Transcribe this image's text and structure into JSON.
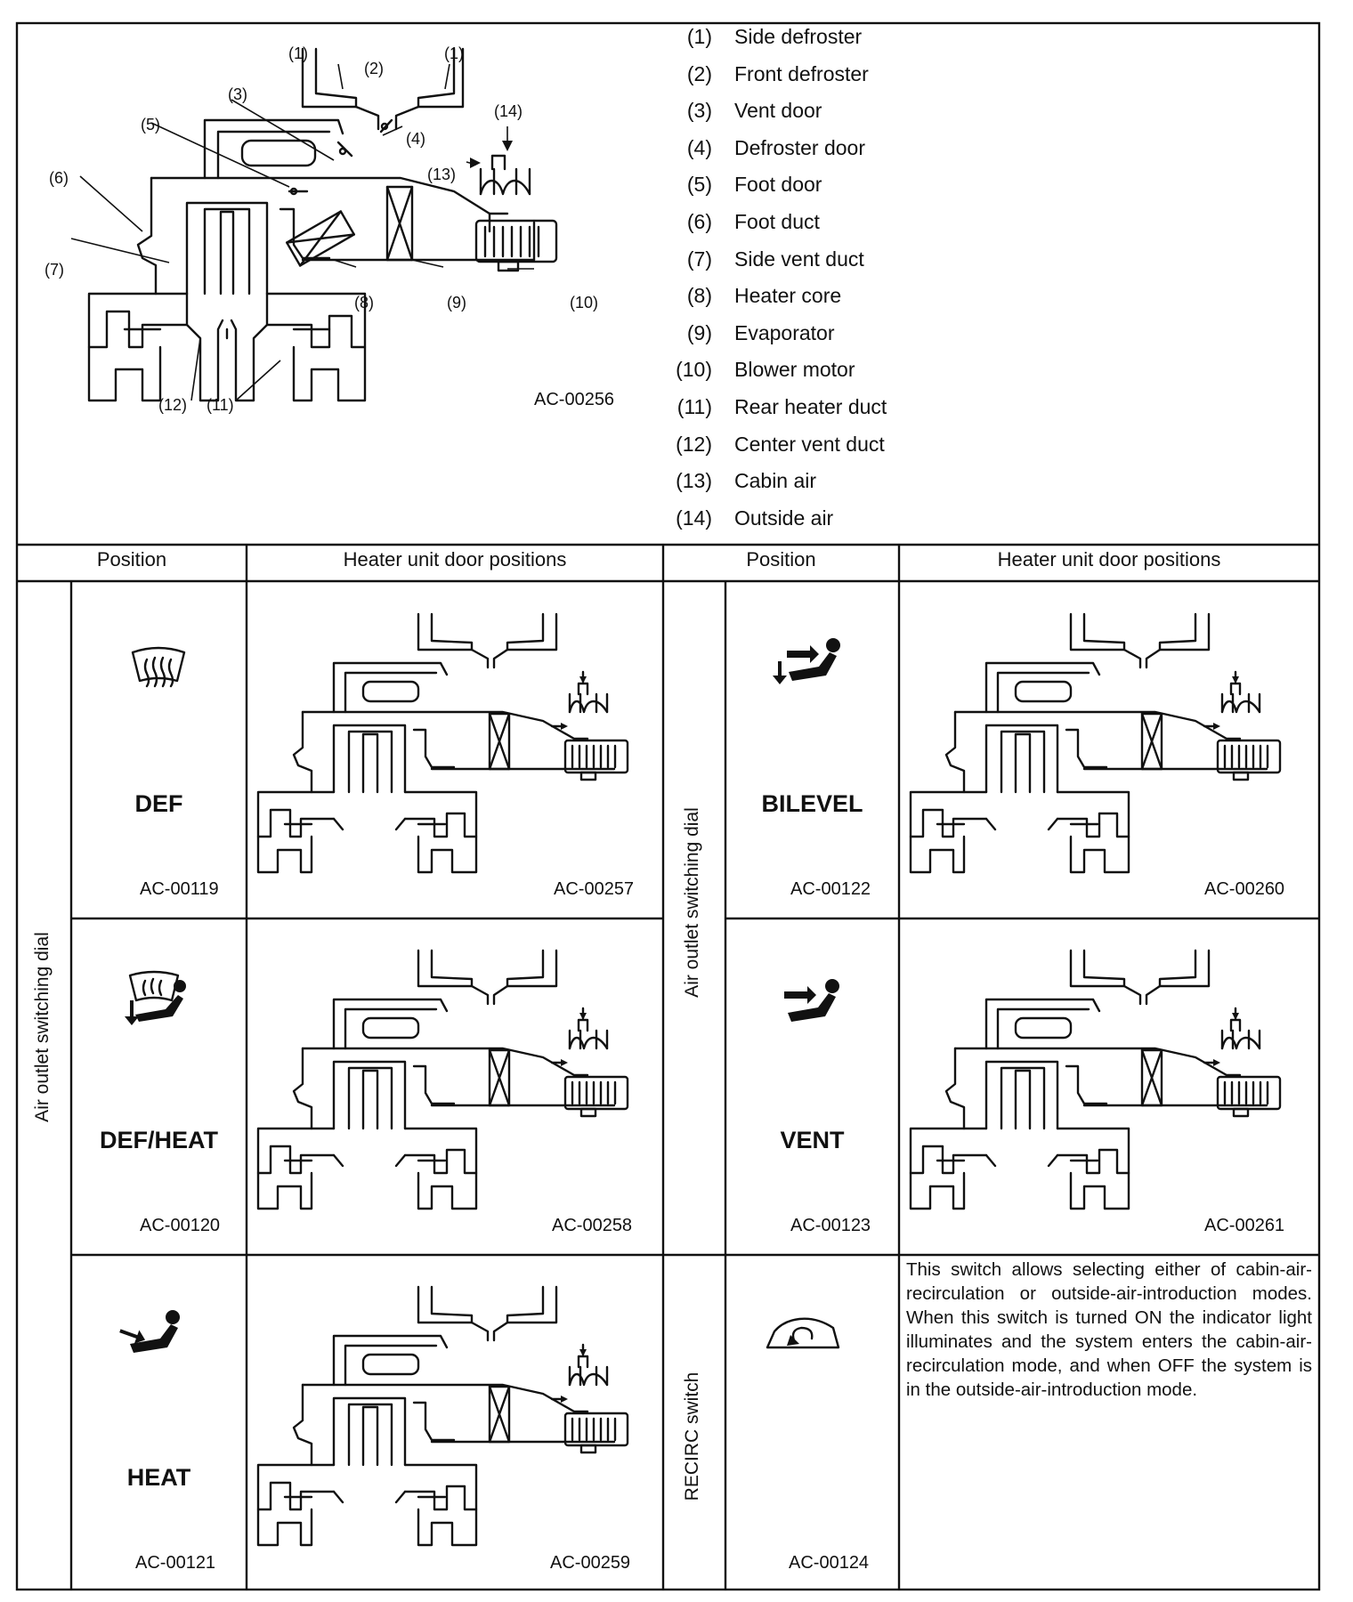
{
  "legend": [
    {
      "num": "(1)",
      "label": "Side defroster"
    },
    {
      "num": "(2)",
      "label": "Front defroster"
    },
    {
      "num": "(3)",
      "label": "Vent door"
    },
    {
      "num": "(4)",
      "label": "Defroster door"
    },
    {
      "num": "(5)",
      "label": "Foot door"
    },
    {
      "num": "(6)",
      "label": "Foot duct"
    },
    {
      "num": "(7)",
      "label": "Side vent duct"
    },
    {
      "num": "(8)",
      "label": "Heater core"
    },
    {
      "num": "(9)",
      "label": "Evaporator"
    },
    {
      "num": "(10)",
      "label": "Blower motor"
    },
    {
      "num": "(11)",
      "label": "Rear heater duct"
    },
    {
      "num": "(12)",
      "label": "Center vent duct"
    },
    {
      "num": "(13)",
      "label": "Cabin air"
    },
    {
      "num": "(14)",
      "label": "Outside air"
    }
  ],
  "overview": {
    "code": "AC-00256",
    "callouts": [
      "(1)",
      "(2)",
      "(1)",
      "(3)",
      "(14)",
      "(5)",
      "(4)",
      "(6)",
      "(13)",
      "(7)",
      "(8)",
      "(9)",
      "(10)",
      "(12)",
      "(11)"
    ]
  },
  "table": {
    "headers": {
      "position_left": "Position",
      "door_left": "Heater unit door positions",
      "position_right": "Position",
      "door_right": "Heater unit door positions"
    },
    "left_group": "Air outlet switching dial",
    "right_group": "Air outlet switching dial",
    "recirc_group": "RECIRC switch",
    "rows": [
      {
        "mode": "DEF",
        "icon_code": "AC-00119",
        "diagram_code": "AC-00257"
      },
      {
        "mode": "DEF/HEAT",
        "icon_code": "AC-00120",
        "diagram_code": "AC-00258"
      },
      {
        "mode": "HEAT",
        "icon_code": "AC-00121",
        "diagram_code": "AC-00259"
      }
    ],
    "right_rows": [
      {
        "mode": "BILEVEL",
        "icon_code": "AC-00122",
        "diagram_code": "AC-00260"
      },
      {
        "mode": "VENT",
        "icon_code": "AC-00123",
        "diagram_code": "AC-00261"
      }
    ],
    "recirc": {
      "icon_code": "AC-00124",
      "description": "This switch allows selecting either of cabin-air-recirculation or outside-air-introduction modes. When this switch is turned ON the indicator light illuminates and the system enters the cabin-air-recirculation mode, and when OFF the system is in the outside-air-introduction mode."
    }
  },
  "icons": [
    "windshield-defrost-icon",
    "defrost-heat-icon",
    "foot-heat-icon",
    "bilevel-icon",
    "vent-face-icon",
    "recirculation-icon"
  ]
}
